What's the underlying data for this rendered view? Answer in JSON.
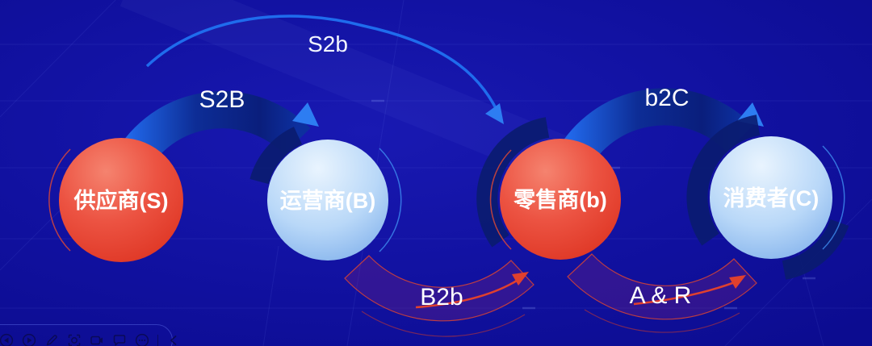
{
  "canvas": {
    "background": "#10109d",
    "grid_color": "#5a6eff"
  },
  "diagram": {
    "nodes": [
      {
        "id": "supplier",
        "label": "供应商(S)",
        "fill": "red"
      },
      {
        "id": "operator",
        "label": "运营商(B)",
        "fill": "blue"
      },
      {
        "id": "retailer",
        "label": "零售商(b)",
        "fill": "red"
      },
      {
        "id": "consumer",
        "label": "消费者(C)",
        "fill": "blue"
      }
    ],
    "arrows": {
      "s2B": {
        "label": "S2B",
        "type": "wide-navy-band",
        "from": "supplier",
        "to": "operator"
      },
      "s2b": {
        "label": "S2b",
        "type": "thin-blue-line",
        "from": "supplier",
        "to": "retailer"
      },
      "b2C": {
        "label": "b2C",
        "type": "wide-navy-band",
        "from": "retailer",
        "to": "consumer"
      },
      "B2b": {
        "label": "B2b",
        "type": "red-outline-band",
        "from": "operator",
        "to": "retailer"
      },
      "AnR": {
        "label": "A & R",
        "type": "red-outline-band",
        "from": "retailer",
        "to": "consumer"
      }
    },
    "colors": {
      "node_red": "#e64433",
      "node_blue": "#a9cdf4",
      "band_navy": "#0b2080",
      "band_bright_blue": "#2168ea",
      "arrow_bright_blue": "#2d7df2",
      "arrow_red": "#e0402e",
      "band_purple_fill": "rgba(125,35,125,0.30)"
    }
  },
  "toolbar": {
    "icons": [
      {
        "name": "previous"
      },
      {
        "name": "play"
      },
      {
        "name": "pen"
      },
      {
        "name": "laser-pointer"
      },
      {
        "name": "record"
      },
      {
        "name": "comment"
      },
      {
        "name": "more"
      },
      {
        "name": "collapse"
      }
    ]
  }
}
